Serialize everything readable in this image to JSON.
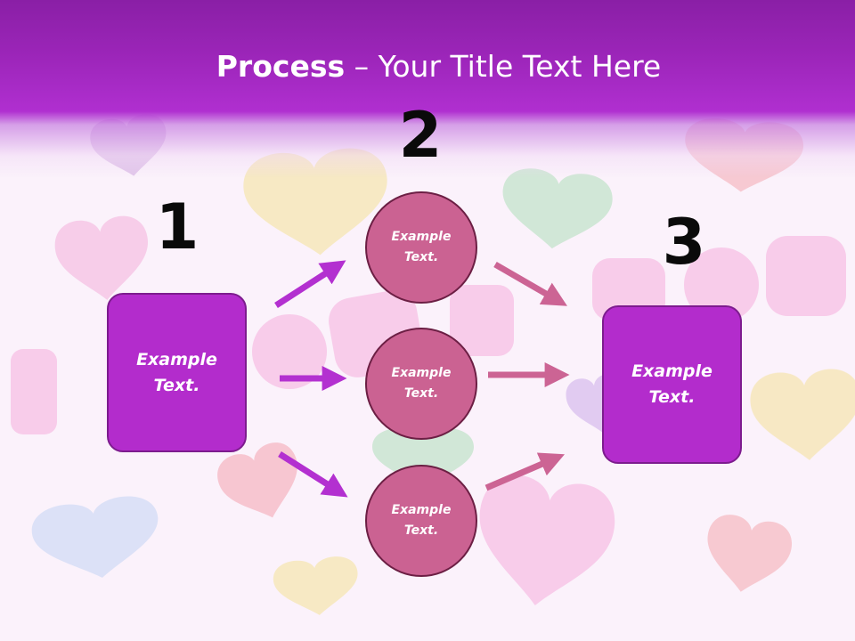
{
  "title": {
    "bold": "Process",
    "rest": " – Your Title Text Here"
  },
  "steps": {
    "one": "1",
    "two": "2",
    "three": "3"
  },
  "nodes": {
    "left_box": "Example Text.",
    "circle_top": "Example Text.",
    "circle_middle": "Example Text.",
    "circle_bottom": "Example Text.",
    "right_box": "Example Text."
  },
  "colors": {
    "header": "#9b25b8",
    "box_fill": "#b32ccc",
    "circle_fill": "#cb6292",
    "arrow_purple": "#b330d0",
    "arrow_pink": "#cc6494"
  }
}
